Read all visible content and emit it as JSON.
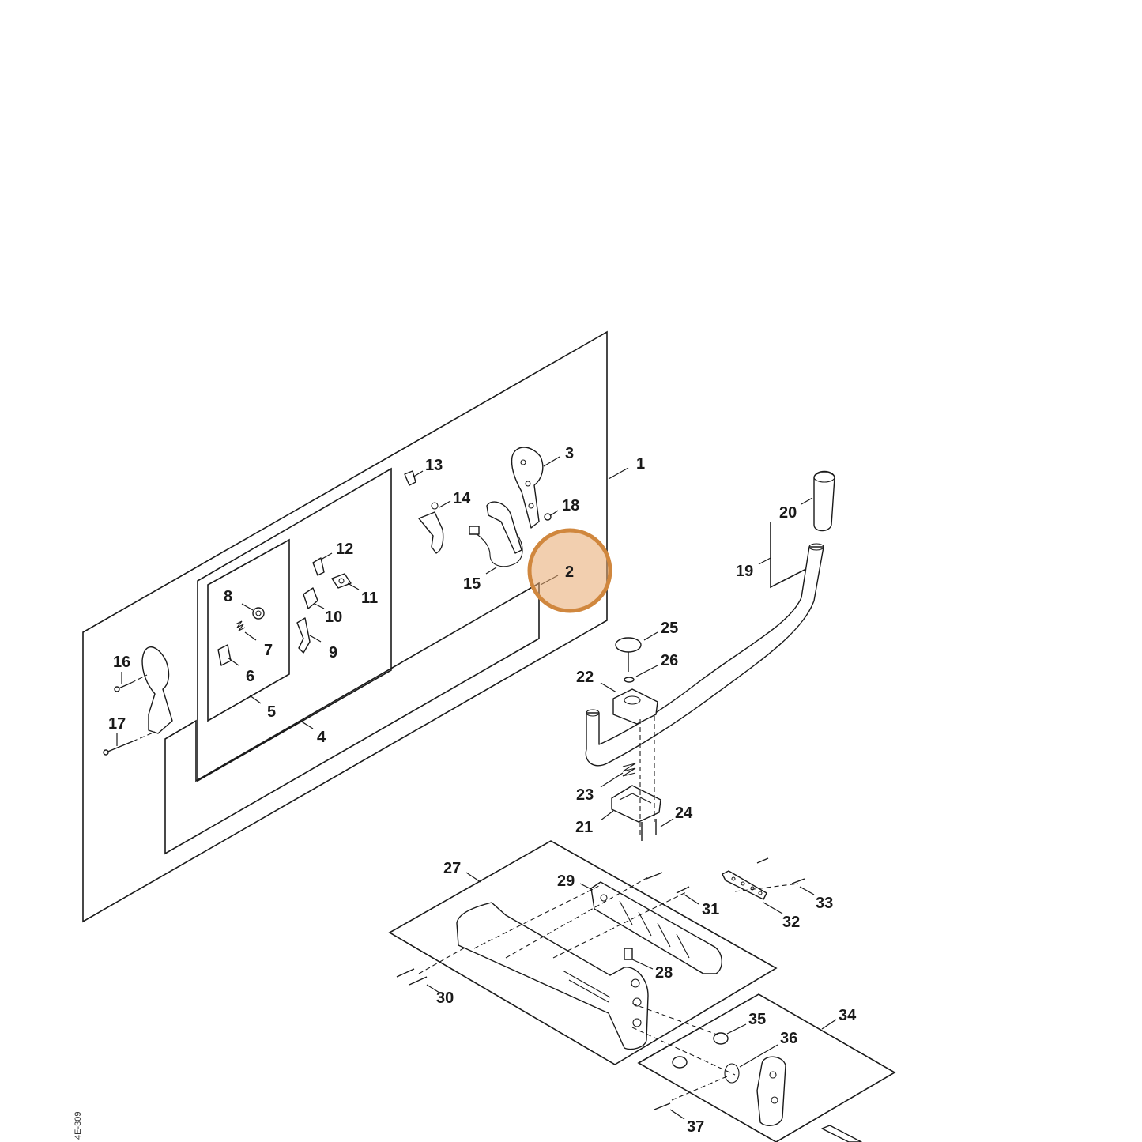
{
  "diagram": {
    "drawing_code": "4E-309",
    "highlighted_callout": "2",
    "highlight_color": "#d0873e",
    "callouts": [
      "1",
      "2",
      "3",
      "4",
      "5",
      "6",
      "7",
      "8",
      "9",
      "10",
      "11",
      "12",
      "13",
      "14",
      "15",
      "16",
      "17",
      "18",
      "19",
      "20",
      "21",
      "22",
      "23",
      "24",
      "25",
      "26",
      "27",
      "28",
      "29",
      "30",
      "31",
      "32",
      "33",
      "34",
      "35",
      "36",
      "37"
    ]
  }
}
